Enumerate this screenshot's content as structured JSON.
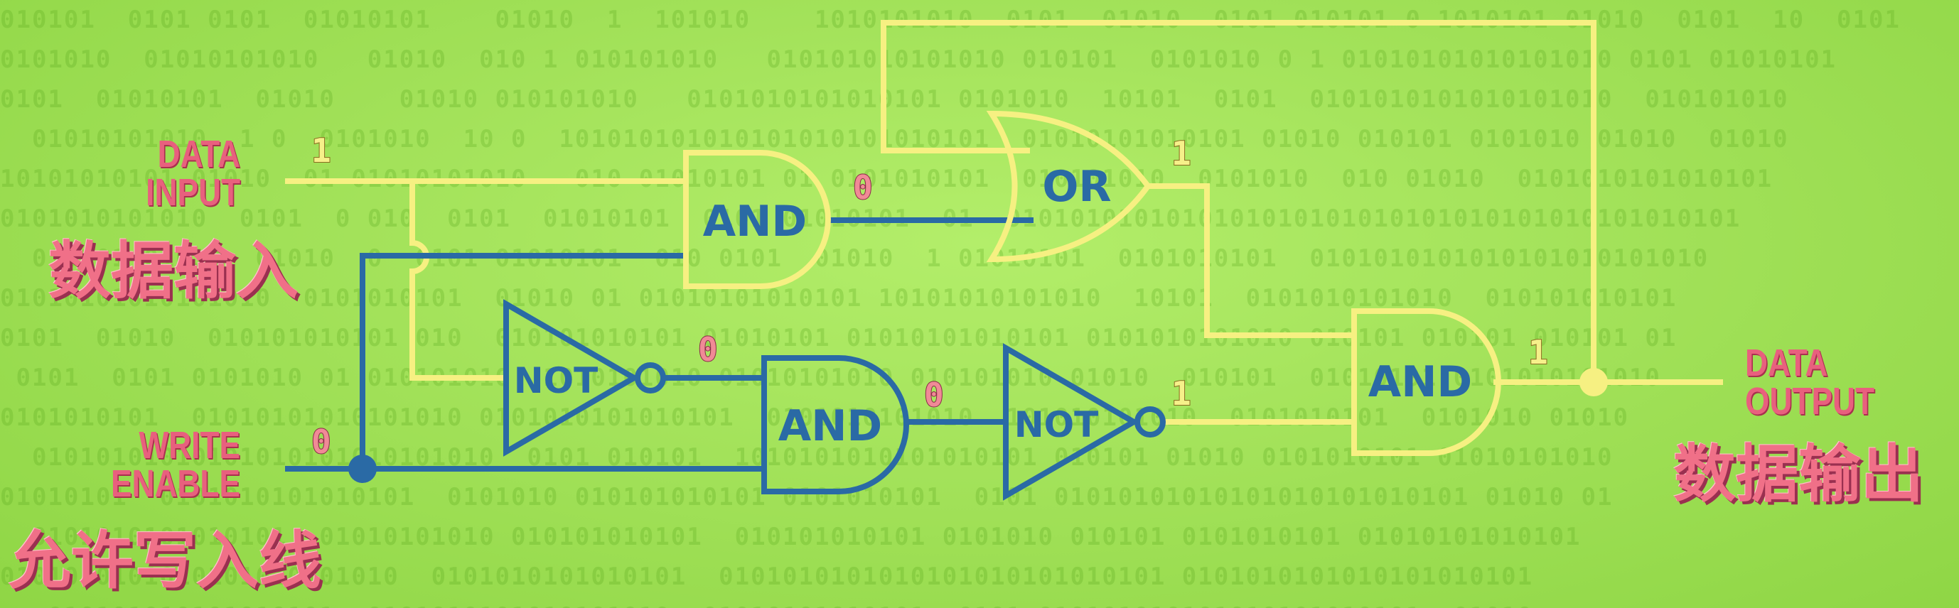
{
  "background": {
    "color": "#a4e356",
    "pattern": "binary-digits",
    "binary_rows": [
      "010101  0101 0101  01010101    01010  1  101010    1010101010  0101  01010  0101 010101 0 1010101 01010  0101  10  0101",
      "0101010  01010101010   01010  010 1 010101010   010101010101010 010101  0101010 0 1 01010101010101010 0101 01010101",
      "0101  01010101  01010    01010 010101010   0101010101010101 0101010  10101  0101  0101010101010101010  010101010",
      "  01010101010  1 0  0101010  10 0  101010101010101010101010101  01010101010101 01010 010101 0101010 01010  01010",
      "10101010101 01010  01 01010101010   010 01010101 01 0101010101  010101010  0101010  010 01010  0101010101010101",
      "0101010101010  0101  0 010  0101  01010101  0101 01010101  01  0101010101010101010101010101010101010101010101",
      "  010101 01010  01010  0  0101 01010101  010 0101  01010  1 01010101  0101010101  0101010101010101010101010",
      "01010101010101010  0101010101  01010 01 01010101010101 10101010101010  10101  0101010101010  010101010101",
      "0101  01010  010101010101 010  010101010101 01010101 01010101010101 0101010101010 010101 010101 010101 01",
      " 0101  0101 0101010 01 010101010  1010101010 01010101010 010101010 01010  010101  01010101 0101010101010",
      "0101010101  01010101010101010 0101010101010101  0101010101010  101010101010  0101010101  0101010 01010",
      "  01010101010101010101010101010  0101 010101  1010101010101010101 010101 01010 0101010101 01010101010",
      "01010101  0101010101010101  0101010 010101010101 0101010101  0101 01010101010101010101010101 01010 01",
      "  0101010101010101  01010101010 010101010101  010101010101 0101010 010101 0101010101 01010101010101",
      "0101010101010101010101010  0101010101010101  0101010101010101010101010101 0101010101010101010101",
      "   010101010101010101  0101010101010101010  01010101010101  0101 010101010101010101010101  01010"
    ]
  },
  "colors": {
    "wire_yellow": "#f6f082",
    "wire_blue": "#2a6aa5",
    "label_pink": "#e8607e"
  },
  "inputs": {
    "data_input": {
      "label_line1": "DATA",
      "label_line2": "INPUT",
      "label_cn": "数据输入",
      "value": "1"
    },
    "write_enable": {
      "label_line1": "WRITE",
      "label_line2": "ENABLE",
      "label_cn": "允许写入线",
      "value": "0"
    }
  },
  "output": {
    "label_line1": "DATA",
    "label_line2": "OUTPUT",
    "label_cn": "数据输出",
    "value": "1"
  },
  "gates": {
    "and_top": {
      "label": "AND",
      "output_value": "0"
    },
    "or": {
      "label": "OR",
      "output_value": "1"
    },
    "not_top": {
      "label": "NOT",
      "output_value": "0"
    },
    "and_bottom": {
      "label": "AND",
      "output_value": "0"
    },
    "not_bottom": {
      "label": "NOT",
      "output_value": "1"
    },
    "and_output": {
      "label": "AND",
      "output_value": "1"
    }
  }
}
